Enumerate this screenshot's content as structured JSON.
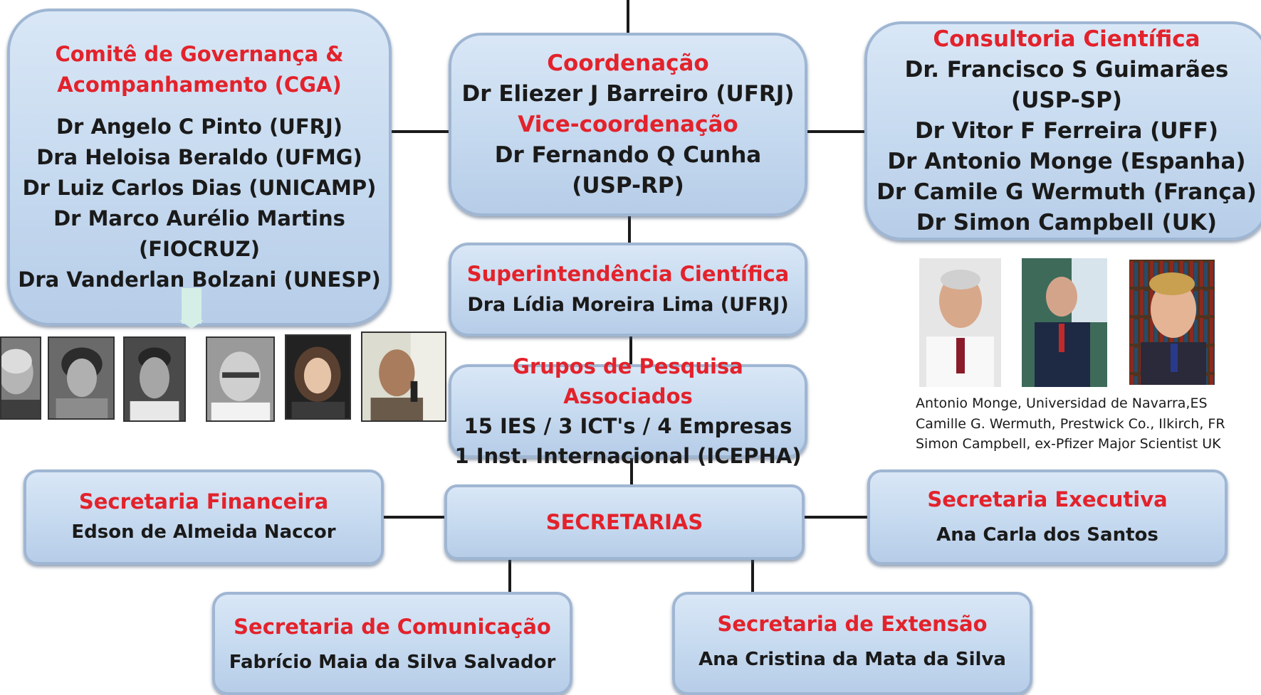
{
  "cga": {
    "title": [
      "Comitê de Governança &",
      "Acompanhamento (CGA)"
    ],
    "members": [
      "Dr Angelo C Pinto (UFRJ)",
      "Dra Heloisa Beraldo (UFMG)",
      "Dr Luiz Carlos Dias (UNICAMP)",
      "Dr Marco Aurélio Martins",
      "(FIOCRUZ)",
      "Dra  Vanderlan Bolzani (UNESP)"
    ]
  },
  "coordenacao": {
    "title": "Coordenação",
    "name": "Dr Eliezer J Barreiro (UFRJ)",
    "vice_title": "Vice-coordenação",
    "vice_name": [
      "Dr Fernando Q Cunha",
      "(USP-RP)"
    ]
  },
  "consultoria": {
    "title": "Consultoria Científica",
    "members": [
      "Dr. Francisco S Guimarães (USP-SP)",
      "Dr Vitor F Ferreira (UFF)",
      "Dr Antonio Monge (Espanha)",
      "Dr Camile G Wermuth (França)",
      "Dr Simon Campbell (UK)"
    ]
  },
  "superintendencia": {
    "title": "Superintendência Científica",
    "name": "Dra  Lídia Moreira Lima (UFRJ)"
  },
  "grupos": {
    "title": "Grupos de Pesquisa Associados",
    "lines": [
      "15 IES / 3 ICT's / 4 Empresas",
      "1 Inst. Internacional (ICEPHA)"
    ]
  },
  "secretarias": {
    "title": "SECRETARIAS"
  },
  "sec_financeira": {
    "title": "Secretaria Financeira",
    "name": "Edson de Almeida Naccor"
  },
  "sec_executiva": {
    "title": "Secretaria Executiva",
    "name": "Ana Carla dos Santos"
  },
  "sec_comunicacao": {
    "title": "Secretaria de Comunicação",
    "name": "Fabrício Maia da Silva Salvador"
  },
  "sec_extensao": {
    "title": "Secretaria de Extensão",
    "name": "Ana Cristina da Mata da Silva"
  },
  "consultant_captions": [
    "Antonio Monge, Universidad de Navarra,ES",
    "Camille G. Wermuth, Prestwick Co., Ilkirch, FR",
    "Simon Campbell, ex-Pfizer Major Scientist UK"
  ],
  "colors": {
    "title_red": "#e3222b",
    "box_fill": "#c5d9ef",
    "box_border": "#9fb6d3"
  }
}
